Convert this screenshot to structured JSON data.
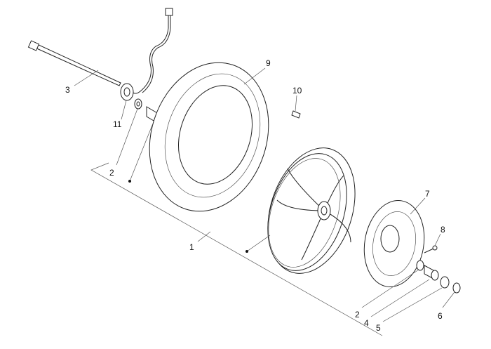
{
  "diagram": {
    "labels": {
      "axle": "3",
      "tire": "9",
      "valve": "10",
      "sensor_ring": "11",
      "bearing_left": "2",
      "wheel_assembly": "1",
      "brake_disc": "7",
      "disc_screw": "8",
      "bearing_right": "2",
      "spacer": "4",
      "washer": "5",
      "nut": "6"
    }
  }
}
